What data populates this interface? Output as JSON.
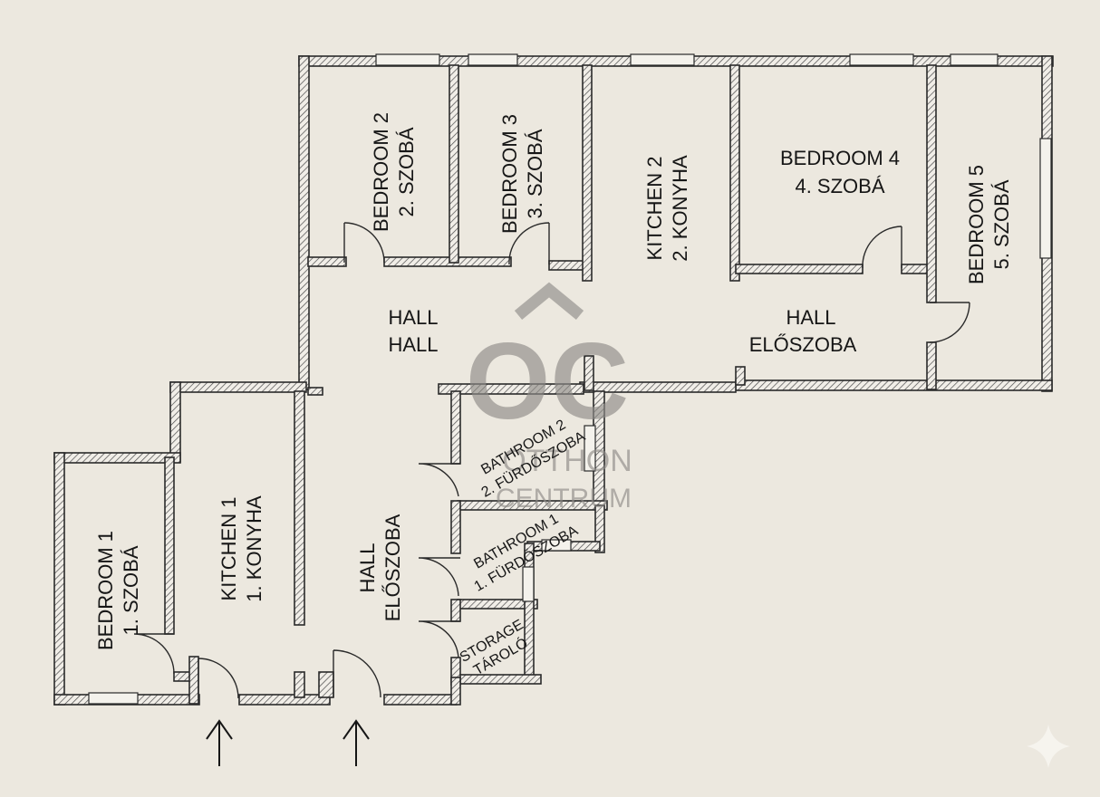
{
  "rooms": {
    "bedroom2": [
      "BEDROOM 2",
      "2. SZOBÁ"
    ],
    "bedroom3": [
      "BEDROOM 3",
      "3. SZOBÁ"
    ],
    "kitchen2": [
      "KITCHEN 2",
      "2. KONYHA"
    ],
    "bedroom4": [
      "BEDROOM 4",
      "4. SZOBÁ"
    ],
    "bedroom5": [
      "BEDROOM 5",
      "5. SZOBÁ"
    ],
    "hall_upper_left": [
      "HALL",
      "HALL"
    ],
    "hall_upper_right": [
      "HALL",
      "ELŐSZOBA"
    ],
    "bathroom2": [
      "BATHROOM 2",
      "2. FÜRDŐSZOBA"
    ],
    "bathroom1": [
      "BATHROOM 1",
      "1. FÜRDŐSZOBA"
    ],
    "storage": [
      "STORAGE",
      "TÁROLÓ"
    ],
    "hall_lower": [
      "HALL",
      "ELŐSZOBA"
    ],
    "kitchen1": [
      "KITCHEN 1",
      "1. KONYHA"
    ],
    "bedroom1": [
      "BEDROOM 1",
      "1. SZOBÁ"
    ]
  },
  "watermark": {
    "logo": "OC",
    "line1": "OTTHON",
    "line2": "CENTRUM"
  },
  "entrances": [
    "entrance-arrow-left",
    "entrance-arrow-right"
  ]
}
